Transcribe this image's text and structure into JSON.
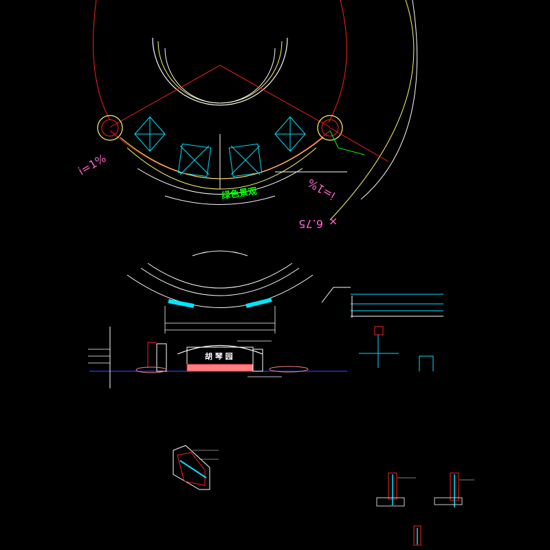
{
  "plan": {
    "slope_left": "i=1%",
    "slope_right": "i=1%",
    "elevation": "6.75",
    "name_label": "绿色景观"
  },
  "elevation_view": {
    "name_label": "胡 琴 园"
  },
  "colors": {
    "background": "#000000",
    "red": "#ff2020",
    "yellow": "#ffff66",
    "white": "#ffffff",
    "cyan": "#00e5ff",
    "green": "#00ff00",
    "pink": "#ff66cc",
    "blue": "#2244ff"
  }
}
